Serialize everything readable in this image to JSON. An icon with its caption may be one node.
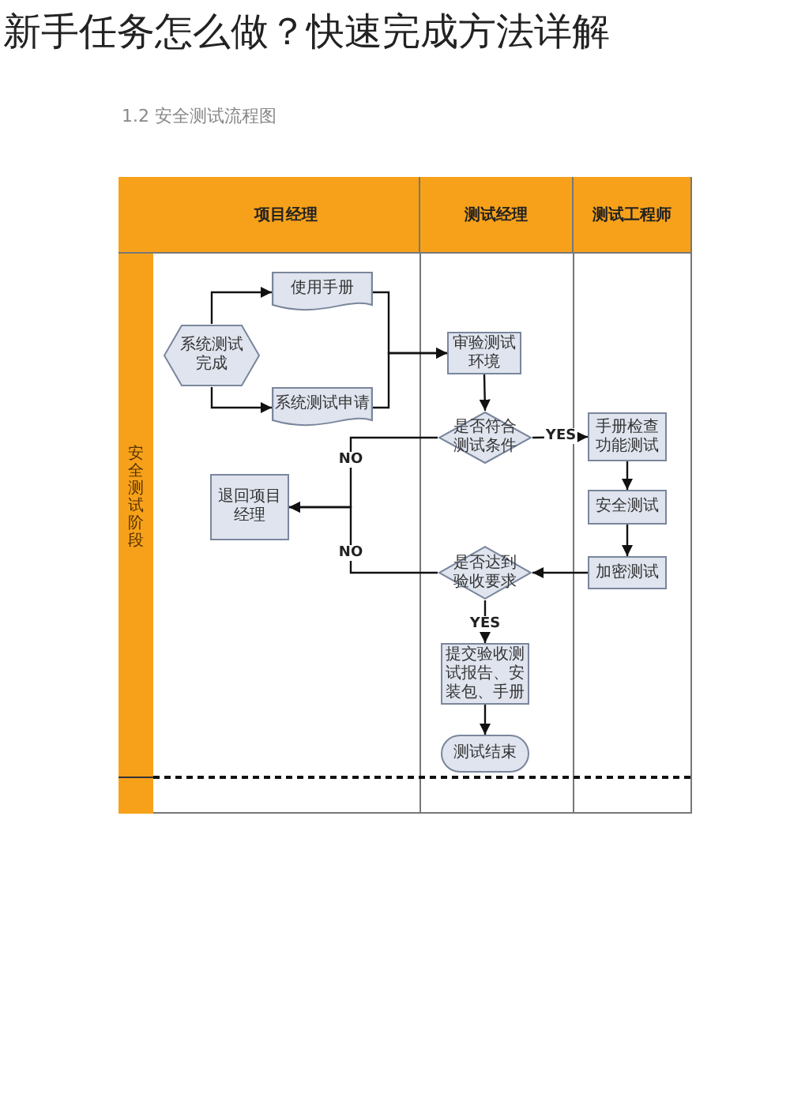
{
  "diagram": {
    "title": "新手任务怎么做？快速完成方法详解",
    "nodes": [
      {
        "text": [
          "系统测试完成"
        ]
      },
      {
        "text": [
          "使用手册"
        ]
      },
      {
        "text": [
          "系统测试申请"
        ]
      },
      {
        "text": [
          "审验测试环境"
        ]
      },
      {
        "text": [
          "是否符合测试条件"
        ]
      },
      {
        "text": [
          "退回项目经理"
        ]
      },
      {
        "text": [
          "手册检查功能测试"
        ]
      },
      {
        "text": [
          "安全测试"
        ]
      },
      {
        "text": [
          "加密测试"
        ]
      },
      {
        "text": [
          "是否达到验收要求"
        ]
      },
      {
        "text": [
          "提交验收测试报告、安装包、手册"
        ]
      },
      {
        "text": [
          "测试结束"
        ]
      }
    ],
    "edges": [
      {
        "from": 0,
        "to": 1,
        "arrow": "to"
      },
      {
        "from": 0,
        "to": 2,
        "arrow": "to"
      },
      {
        "from": 1,
        "to": 3,
        "arrow": "to"
      },
      {
        "from": 2,
        "to": 3,
        "arrow": "to"
      },
      {
        "from": 3,
        "to": 4,
        "arrow": "to"
      },
      {
        "from": 4,
        "to": 6,
        "arrow": "to",
        "label": "YES"
      },
      {
        "from": 4,
        "to": 5,
        "arrow": "to",
        "label": "NO"
      },
      {
        "from": 6,
        "to": 7,
        "arrow": "to"
      },
      {
        "from": 7,
        "to": 8,
        "arrow": "to"
      },
      {
        "from": 8,
        "to": 9,
        "arrow": "to"
      },
      {
        "from": 9,
        "to": 5,
        "arrow": "to",
        "label": "NO"
      },
      {
        "from": 9,
        "to": 10,
        "arrow": "to",
        "label": "YES"
      },
      {
        "from": 10,
        "to": 11,
        "arrow": "to"
      }
    ],
    "labels": [
      "1.2 安全测试流程图",
      "项目经理",
      "测试经理",
      "测试工程师",
      "安全测试阶段"
    ]
  }
}
